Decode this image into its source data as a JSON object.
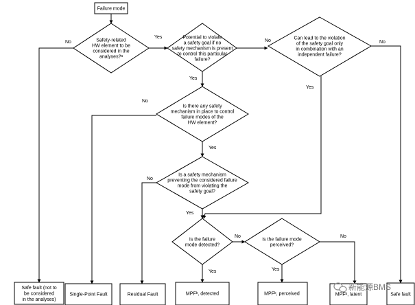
{
  "nodes": {
    "start": {
      "lines": [
        "Failure mode"
      ]
    },
    "d1": {
      "lines": [
        "Safety-related",
        "HW element to be",
        "considered  in the",
        "analyses?ᵃ"
      ]
    },
    "d2": {
      "lines": [
        "Potential to violate",
        "a safety goal if no",
        "safety mechanism is present",
        "to control this particular",
        "failure?"
      ]
    },
    "d3": {
      "lines": [
        "Can lead to the violation",
        "of the safety goal only",
        "in combination  with an",
        "independent  failure?"
      ]
    },
    "d4": {
      "lines": [
        "Is there any safety",
        "mechanism in place to control",
        "failure modes of the",
        "HW element?"
      ]
    },
    "d5": {
      "lines": [
        "Is a safety mechanism",
        "preventing  the considered failure",
        "mode from violating the",
        "safety goal?"
      ]
    },
    "d6": {
      "lines": [
        "Is the failure",
        "mode detected?"
      ]
    },
    "d7": {
      "lines": [
        "Is the failure mode",
        "perceived?"
      ]
    },
    "r_safe": {
      "lines": [
        "Safe fault (not to",
        "be considered",
        "in the analyses)"
      ]
    },
    "r_spf": {
      "lines": [
        "Single-Point  Fault"
      ]
    },
    "r_res": {
      "lines": [
        "Residual  Fault"
      ]
    },
    "r_mpfd": {
      "lines": [
        "MPFᵇ, detected"
      ]
    },
    "r_mpfp": {
      "lines": [
        "MPFᵇ, perceived"
      ]
    },
    "r_mpfl": {
      "lines": [
        "MPFᵇ, latent"
      ]
    },
    "r_safe2": {
      "lines": [
        "Safe fault"
      ]
    }
  },
  "labels": {
    "yes": "Yes",
    "no": "No"
  },
  "watermark": {
    "text": "新能源BMS"
  }
}
